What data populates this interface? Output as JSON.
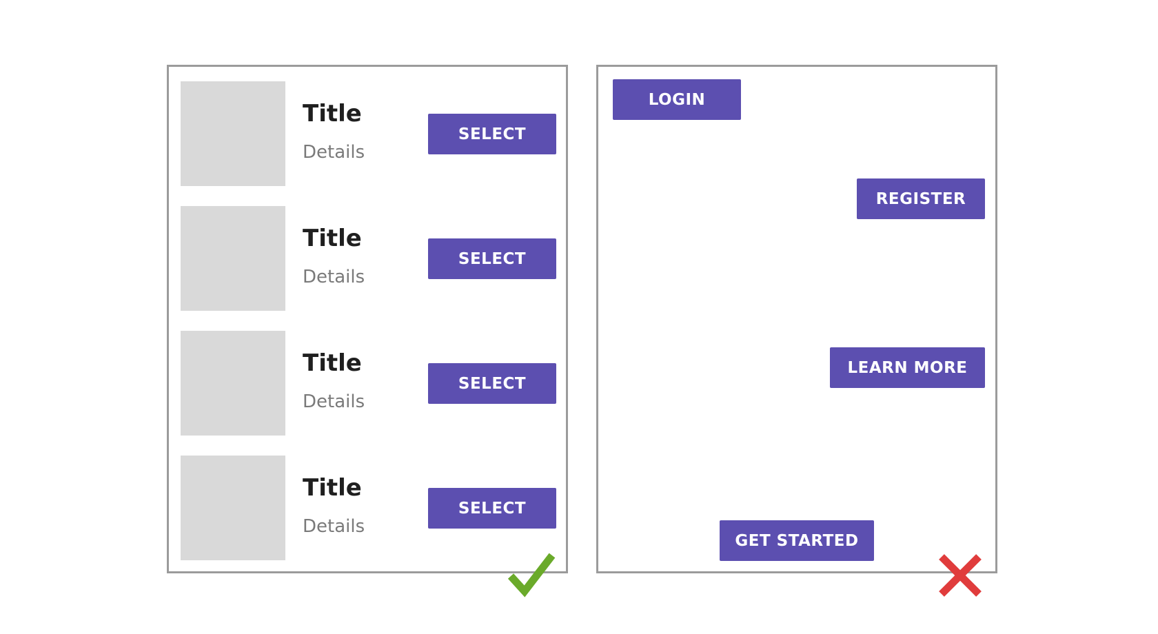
{
  "good_example": {
    "rows": [
      {
        "title": "Title",
        "details": "Details",
        "button_label": "SELECT"
      },
      {
        "title": "Title",
        "details": "Details",
        "button_label": "SELECT"
      },
      {
        "title": "Title",
        "details": "Details",
        "button_label": "SELECT"
      },
      {
        "title": "Title",
        "details": "Details",
        "button_label": "SELECT"
      }
    ],
    "verdict_icon": "check-icon"
  },
  "bad_example": {
    "buttons": {
      "login": "LOGIN",
      "register": "REGISTER",
      "learn_more": "LEARN MORE",
      "get_started": "GET STARTED"
    },
    "verdict_icon": "cross-icon"
  },
  "colors": {
    "button": "#5c4fb0",
    "placeholder": "#d9d9d9",
    "border": "#9b9b9b",
    "check": "#6aaa2a",
    "cross": "#e03c3c"
  }
}
